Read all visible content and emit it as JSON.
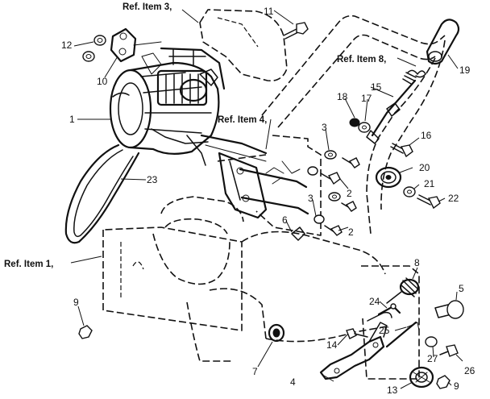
{
  "diagram": {
    "labels": {
      "ref3": "Ref. Item 3,",
      "ref8": "Ref. Item 8,",
      "ref4": "Ref. Item 4,",
      "ref1": "Ref. Item 1,",
      "p1": "1",
      "p2a": "2",
      "p2b": "2",
      "p3a": "3",
      "p3b": "3",
      "p4": "4",
      "p5": "5",
      "p6": "6",
      "p7": "7",
      "p8": "8",
      "p9a": "9",
      "p9b": "9",
      "p10": "10",
      "p11": "11",
      "p12": "12",
      "p13": "13",
      "p14": "14",
      "p15": "15",
      "p16": "16",
      "p17": "17",
      "p18": "18",
      "p19": "19",
      "p20": "20",
      "p21": "21",
      "p22": "22",
      "p23": "23",
      "p24": "24",
      "p25": "25",
      "p26": "26",
      "p27": "27"
    }
  }
}
